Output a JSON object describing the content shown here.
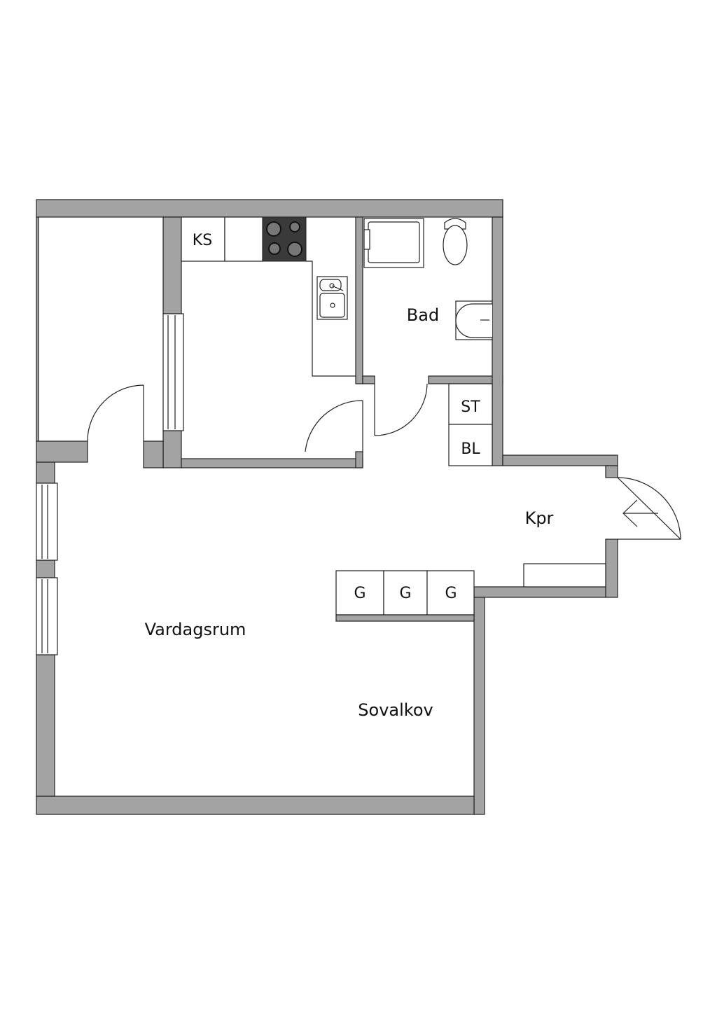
{
  "rooms": {
    "kitchen_storage": "KS",
    "bathroom": "Bad",
    "storage": "ST",
    "linen": "BL",
    "hall": "Kpr",
    "living_room": "Vardagsrum",
    "sleeping_alcove": "Sovalkov",
    "wardrobes": [
      "G",
      "G",
      "G"
    ]
  },
  "colors": {
    "wall": "#a3a3a3",
    "line": "#222222",
    "stove": "#3a3a3a"
  }
}
